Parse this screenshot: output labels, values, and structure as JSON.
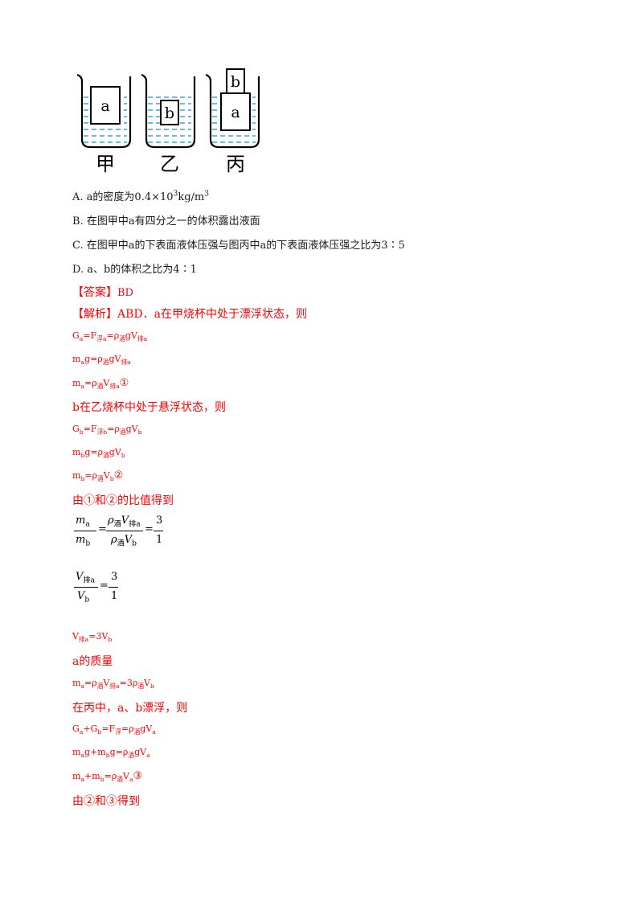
{
  "figure": {
    "beakers": [
      {
        "caption": "甲",
        "blocks": [
          "a"
        ]
      },
      {
        "caption": "乙",
        "blocks": [
          "b"
        ]
      },
      {
        "caption": "丙",
        "blocks": [
          "b",
          "a"
        ]
      }
    ],
    "water_color": "#3aa6d8"
  },
  "options": {
    "A": {
      "prefix": "A.",
      "text": "a的密度为0.4×10",
      "sup": "3",
      "unit": "kg/m",
      "unit_sup": "3"
    },
    "B": {
      "prefix": "B.",
      "text": "在图甲中a有四分之一的体积露出液面"
    },
    "C": {
      "prefix": "C.",
      "text": "在图甲中a的下表面液体压强与图丙中a的下表面液体压强之比为3∶5"
    },
    "D": {
      "prefix": "D.",
      "text": "a、b的体积之比为4∶1"
    }
  },
  "answer": {
    "label": "【答案】",
    "value": "BD"
  },
  "analysis": {
    "label": "【解析】",
    "intro": "ABD．a在甲烧杯中处于漂浮状态，则",
    "l1": {
      "a": "G",
      "a_sub": "a",
      "b": "=F",
      "b_sub": "浮a",
      "c": "=ρ",
      "c_sub": "酒",
      "d": "gV",
      "d_sub": "排a"
    },
    "l2": {
      "a": "m",
      "a_sub": "a",
      "b": "g=ρ",
      "b_sub": "酒",
      "c": "gV",
      "c_sub": "排a"
    },
    "l3": {
      "a": "m",
      "a_sub": "a",
      "b": "=ρ",
      "b_sub": "酒",
      "c": "V",
      "c_sub": "排a",
      "d": "①"
    },
    "b_intro": "b在乙烧杯中处于悬浮状态，则",
    "l4": {
      "a": "G",
      "a_sub": "b",
      "b": "=F",
      "b_sub": "浮b",
      "c": "=ρ",
      "c_sub": "酒",
      "d": "gV",
      "d_sub": "b"
    },
    "l5": {
      "a": "m",
      "a_sub": "b",
      "b": "g=ρ",
      "b_sub": "酒",
      "c": "gV",
      "c_sub": "b"
    },
    "l6": {
      "a": "m",
      "a_sub": "b",
      "b": "=ρ",
      "b_sub": "酒",
      "c": "V",
      "c_sub": "b",
      "d": "②"
    },
    "ratio_intro": "由①和②的比值得到",
    "frac1": {
      "num_l": "m",
      "num_l_sub": "a",
      "den_l": "m",
      "den_l_sub": "b",
      "num_m": "ρ",
      "num_m_sub": "酒",
      "num_m2": "V",
      "num_m2_sub": "排a",
      "den_m": "ρ",
      "den_m_sub": "酒",
      "den_m2": "V",
      "den_m2_sub": "b",
      "num_r": "3",
      "den_r": "1"
    },
    "frac2": {
      "num_l": "V",
      "num_l_sub": "排a",
      "den_l": "V",
      "den_l_sub": "b",
      "num_r": "3",
      "den_r": "1"
    },
    "l7": {
      "a": "V",
      "a_sub": "排a",
      "b": "=3V",
      "b_sub": "b"
    },
    "mass_intro": "a的质量",
    "l8": {
      "a": "m",
      "a_sub": "a",
      "b": "=ρ",
      "b_sub": "酒",
      "c": "V",
      "c_sub": "排a",
      "d": "=3ρ",
      "d_sub": "酒",
      "e": "V",
      "e_sub": "b"
    },
    "c_intro": "在丙中，a、b漂浮，则",
    "l9": {
      "a": "G",
      "a_sub": "a",
      "b": "+G",
      "b_sub": "b",
      "c": "=F",
      "c_sub": "浮",
      "d": "=ρ",
      "d_sub": "酒",
      "e": "gV",
      "e_sub": "a"
    },
    "l10": {
      "a": "m",
      "a_sub": "a",
      "b": "g+m",
      "b_sub": "b",
      "c": "g=ρ",
      "c_sub": "酒",
      "d": "gV",
      "d_sub": "a"
    },
    "l11": {
      "a": "m",
      "a_sub": "a",
      "b": "+m",
      "b_sub": "b",
      "c": "=ρ",
      "c_sub": "酒",
      "d": "V",
      "d_sub": "a",
      "e": "③"
    },
    "final_intro": "由②和③得到"
  }
}
